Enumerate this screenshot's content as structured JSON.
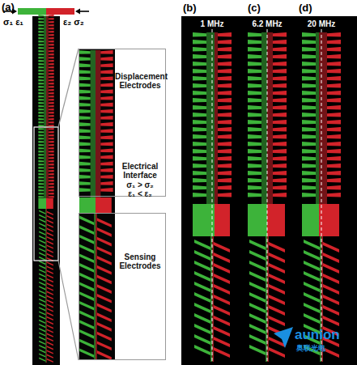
{
  "diagram": {
    "nodes": [
      {
        "text": [
          "Displacement Electrodes"
        ]
      },
      {
        "text": [
          "Sensing Electrodes"
        ]
      }
    ],
    "labels": [
      "(a)",
      "σ₁ ε₁",
      "ε₂ σ₂",
      "Electrical Interface",
      "σ₁ > σ₂",
      "ε₁ < ε₂",
      "(b)",
      "1 MHz",
      "(c)",
      "6.2 MHz",
      "(d)",
      "20 MHz",
      "aunion",
      "奥联光电"
    ]
  }
}
